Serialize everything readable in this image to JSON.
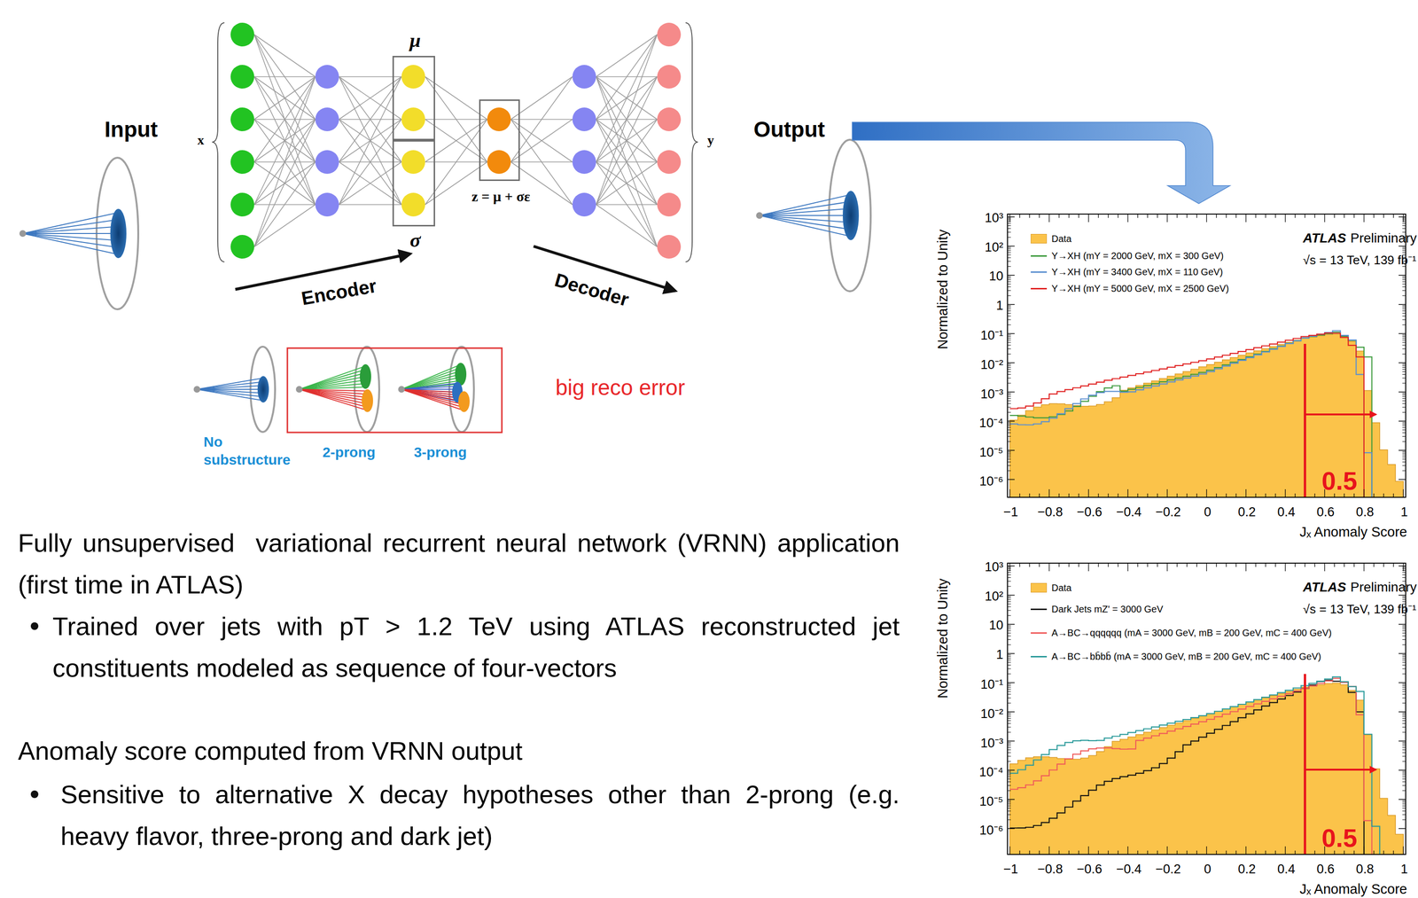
{
  "diagram": {
    "nodes": [
      {
        "text": [
          "μ"
        ]
      },
      {
        "text": [
          "σ"
        ]
      },
      {
        "text": [
          "z = μ + σε"
        ]
      },
      {
        "text": [
          "ATLAS",
          "Preliminary",
          "√s = 13 TeV, 139 fb⁻¹",
          "Normalized to Unity",
          "Jₓ Anomaly Score",
          "0.5",
          "10³",
          "10²",
          "10",
          "1",
          "10⁻¹",
          "10⁻²",
          "10⁻³",
          "10⁻⁴",
          "10⁻⁵",
          "10⁻⁶",
          "−1",
          "−0.8",
          "−0.6",
          "−0.4",
          "−0.2",
          "0",
          "0.2",
          "0.4",
          "0.6",
          "0.8",
          "1"
        ]
      },
      {
        "text": [
          "ATLAS",
          "Preliminary",
          "√s = 13 TeV, 139 fb⁻¹",
          "Normalized to Unity",
          "Jₓ Anomaly Score",
          "0.5",
          "10³",
          "10²",
          "10",
          "1",
          "10⁻¹",
          "10⁻²",
          "10⁻³",
          "10⁻⁴",
          "10⁻⁵",
          "10⁻⁶",
          "−1",
          "−0.8",
          "−0.6",
          "−0.4",
          "−0.2",
          "0",
          "0.2",
          "0.4",
          "0.6",
          "0.8",
          "1"
        ]
      }
    ],
    "labels": [
      "Input",
      "x",
      "y",
      "Output",
      "Encoder",
      "Decoder",
      "No substructure",
      "2-prong",
      "3-prong",
      "big reco error",
      "Fully unsupervised  variational recurrent neural network (VRNN) application (first time in ATLAS)",
      "Trained over jets with pT > 1.2 TeV using ATLAS reconstructed jet constituents modeled as sequence of four-vectors",
      "Anomaly score computed from VRNN output",
      "Sensitive to alternative X decay hypotheses other than 2-prong (e.g. heavy flavor, three-prong and dark jet)"
    ],
    "legend": [
      {
        "text": "Data",
        "color": "#fbc34a"
      },
      {
        "text": "Y→XH (mY = 2000 GeV, mX = 300 GeV)"
      },
      {
        "text": "Y→XH (mY = 3400 GeV, mX = 110 GeV)"
      },
      {
        "text": "Y→XH (mY = 5000 GeV, mX = 2500 GeV)"
      },
      {
        "text": "Data",
        "color": "#fbc34a"
      },
      {
        "text": "Dark Jets mZ' = 3000 GeV"
      },
      {
        "text": "A→BC→qqqqqq (mA = 3000 GeV, mB = 200 GeV, mC = 400 GeV)"
      },
      {
        "text": "A→BC→bb̄bb̄ (mA = 3000 GeV, mB = 200 GeV, mC = 400 GeV)"
      }
    ]
  }
}
